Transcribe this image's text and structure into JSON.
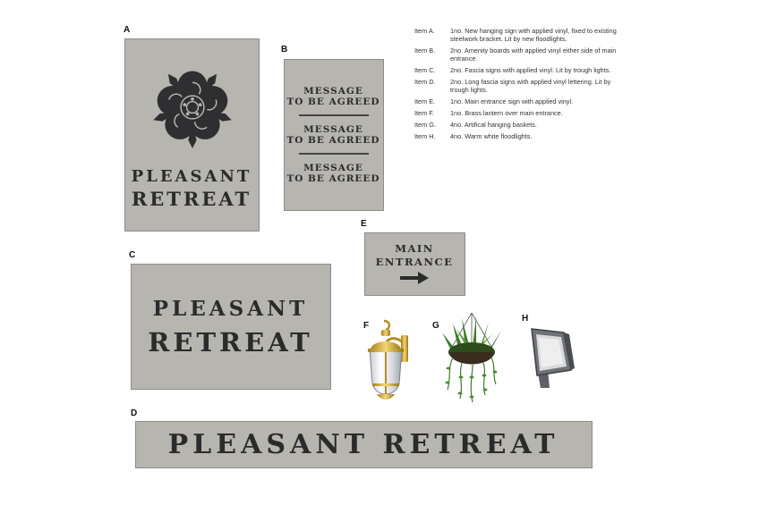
{
  "labels": {
    "a": "A",
    "b": "B",
    "c": "C",
    "d": "D",
    "e": "E",
    "f": "F",
    "g": "G",
    "h": "H"
  },
  "sign_a": {
    "line1": "PLEASANT",
    "line2": "RETREAT"
  },
  "sign_b": {
    "messages": [
      "MESSAGE\nTO BE AGREED",
      "MESSAGE\nTO BE AGREED",
      "MESSAGE\nTO BE AGREED"
    ]
  },
  "sign_c": {
    "line1": "PLEASANT",
    "line2": "RETREAT"
  },
  "sign_d": {
    "text": "PLEASANT RETREAT"
  },
  "sign_e": {
    "line1": "MAIN",
    "line2": "ENTRANCE"
  },
  "notes": [
    {
      "label": "Item A.",
      "text": "1no. New hanging sign with applied vinyl, fixed to existing steelwork bracket. Lit by new floodlights."
    },
    {
      "label": "Item B.",
      "text": "2no. Amenity boards with applied vinyl either side of main entrance."
    },
    {
      "label": "Item C.",
      "text": "2no. Fascia signs with applied vinyl. Lit by trough lights."
    },
    {
      "label": "Item D.",
      "text": "2no. Long fascia signs with applied vinyl lettering. Lit by trough lights."
    },
    {
      "label": "Item E.",
      "text": "1no. Main entrance sign with applied vinyl."
    },
    {
      "label": "Item F.",
      "text": "1no. Brass lantern over main entrance."
    },
    {
      "label": "Item G.",
      "text": "4no. Artifical hanging baskets."
    },
    {
      "label": "Item H.",
      "text": "4no. Warm white floodlights."
    }
  ],
  "colors": {
    "panel": "#b6b5b0",
    "ink": "#2b2b2b",
    "rose": "#2f2f31"
  },
  "icons": [
    "tudor-rose-icon",
    "arrow-right-icon",
    "brass-lantern-icon",
    "hanging-basket-icon",
    "floodlight-icon"
  ]
}
